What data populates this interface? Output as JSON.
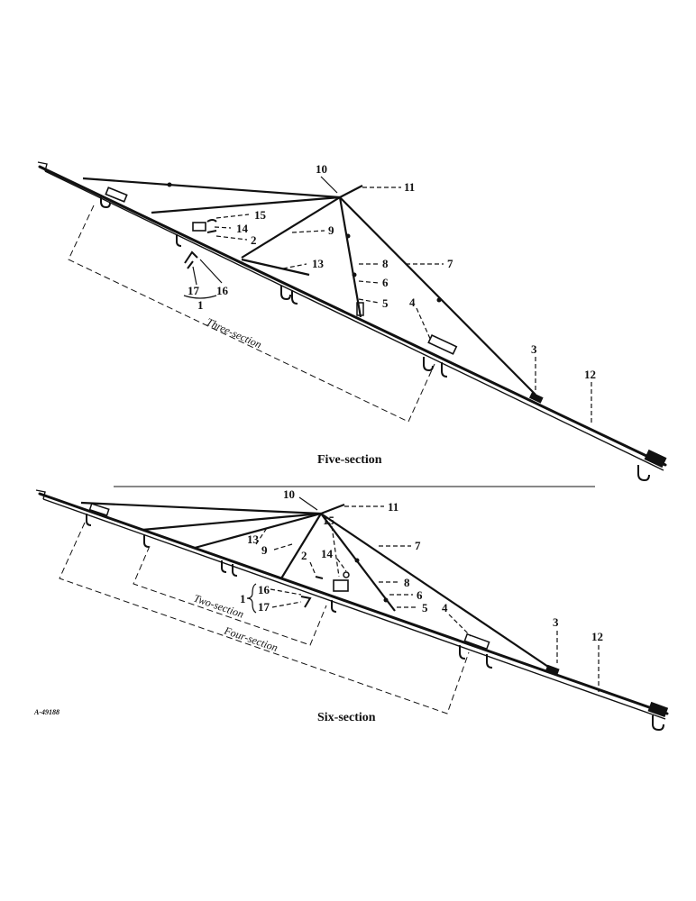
{
  "top_diagram": {
    "caption": "Five-section",
    "bracket_label": "Three-section",
    "callouts": {
      "c10": "10",
      "c11": "11",
      "c15": "15",
      "c14": "14",
      "c2": "2",
      "c9": "9",
      "c13": "13",
      "c8": "8",
      "c7": "7",
      "c6": "6",
      "c5": "5",
      "c4": "4",
      "c17": "17",
      "c16": "16",
      "c1": "1",
      "c3": "3",
      "c12": "12"
    }
  },
  "bottom_diagram": {
    "caption": "Six-section",
    "bracket_label_inner": "Two-section",
    "bracket_label_outer": "Four-section",
    "callouts": {
      "c10": "10",
      "c11": "11",
      "c15": "15",
      "c14": "14",
      "c13": "13",
      "c9": "9",
      "c2": "2",
      "c7": "7",
      "c8": "8",
      "c6": "6",
      "c5": "5",
      "c16": "16",
      "c17": "17",
      "c1": "1",
      "c4": "4",
      "c3": "3",
      "c12": "12"
    }
  },
  "figure_code": "A-49188"
}
